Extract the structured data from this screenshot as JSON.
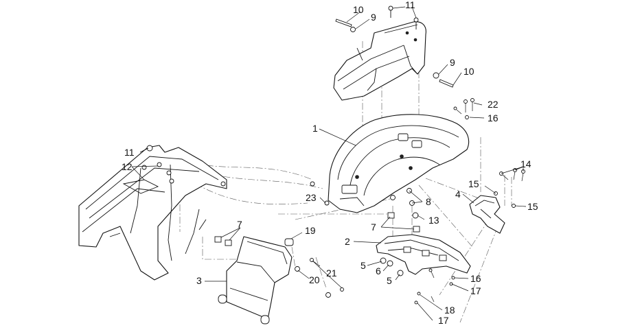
{
  "diagram": {
    "callouts": [
      {
        "id": "c10a",
        "text": "10"
      },
      {
        "id": "c9a",
        "text": "9"
      },
      {
        "id": "c11a",
        "text": "11"
      },
      {
        "id": "c9b",
        "text": "9"
      },
      {
        "id": "c10b",
        "text": "10"
      },
      {
        "id": "c22",
        "text": "22"
      },
      {
        "id": "c16a",
        "text": "16"
      },
      {
        "id": "c1",
        "text": "1"
      },
      {
        "id": "c11b",
        "text": "11"
      },
      {
        "id": "c12",
        "text": "12"
      },
      {
        "id": "c23",
        "text": "23"
      },
      {
        "id": "c8",
        "text": "8"
      },
      {
        "id": "c14",
        "text": "14"
      },
      {
        "id": "c15a",
        "text": "15"
      },
      {
        "id": "c4",
        "text": "4"
      },
      {
        "id": "c15b",
        "text": "15"
      },
      {
        "id": "c7a",
        "text": "7"
      },
      {
        "id": "c19",
        "text": "19"
      },
      {
        "id": "c7b",
        "text": "7"
      },
      {
        "id": "c13",
        "text": "13"
      },
      {
        "id": "c2",
        "text": "2"
      },
      {
        "id": "c5a",
        "text": "5"
      },
      {
        "id": "c6",
        "text": "6"
      },
      {
        "id": "c5b",
        "text": "5"
      },
      {
        "id": "c21",
        "text": "21"
      },
      {
        "id": "c20",
        "text": "20"
      },
      {
        "id": "c3",
        "text": "3"
      },
      {
        "id": "c16b",
        "text": "16"
      },
      {
        "id": "c17a",
        "text": "17"
      },
      {
        "id": "c18",
        "text": "18"
      },
      {
        "id": "c17b",
        "text": "17"
      }
    ]
  }
}
